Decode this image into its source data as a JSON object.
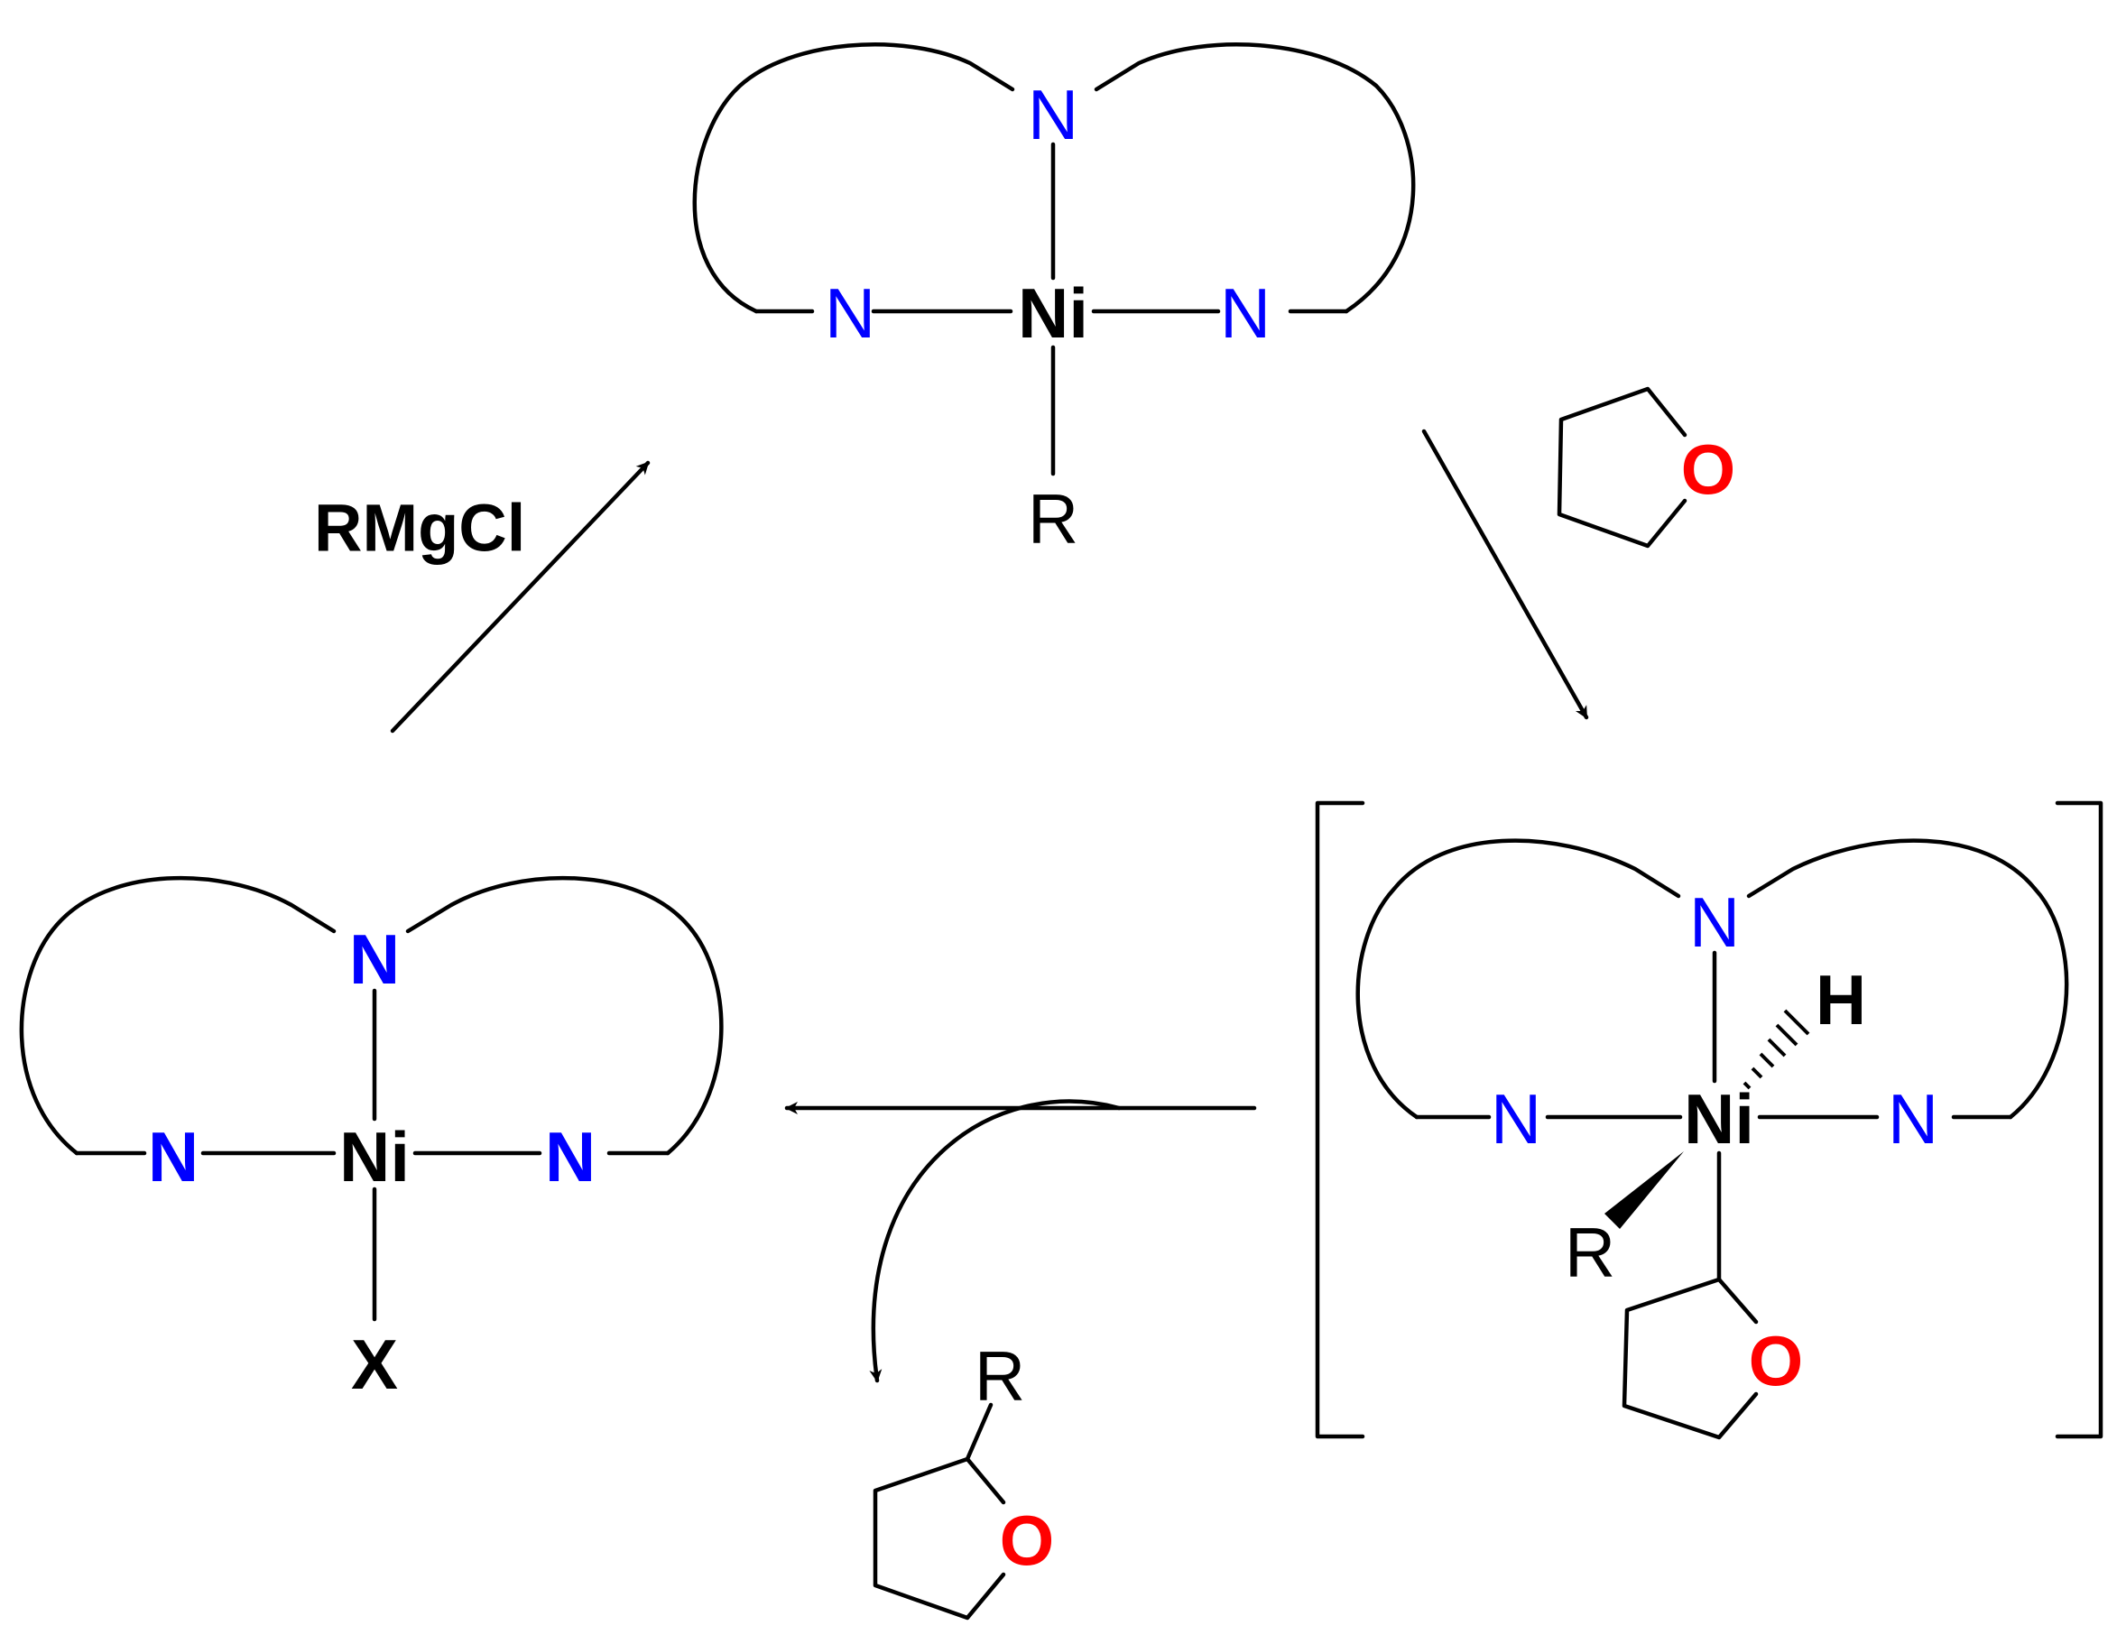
{
  "colors": {
    "nitrogen": "#0000ff",
    "oxygen": "#ff0000",
    "metal": "#000000",
    "bonds": "#000000"
  },
  "reagent_label": "RMgCl",
  "complex_top": {
    "metal": "Ni",
    "n_top": "N",
    "n_left": "N",
    "n_right": "N",
    "ligand": "R"
  },
  "thf_reagent": {
    "oxygen": "O"
  },
  "intermediate": {
    "metal": "Ni",
    "n_top": "N",
    "n_left": "N",
    "n_right": "N",
    "hydride": "H",
    "alkyl": "R",
    "thf_oxygen": "O"
  },
  "complex_left": {
    "metal": "Ni",
    "n_top": "N",
    "n_left": "N",
    "n_right": "N",
    "ligand": "X"
  },
  "product": {
    "substituent": "R",
    "oxygen": "O"
  }
}
